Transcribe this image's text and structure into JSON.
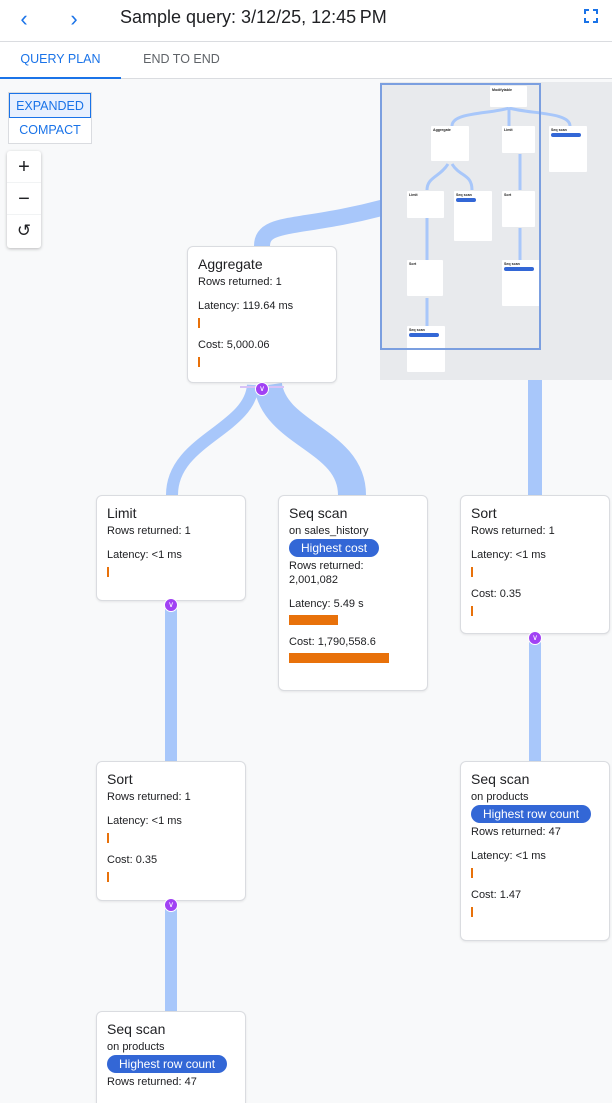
{
  "header": {
    "title": "Sample query: 3/12/25, 12:45 PM",
    "back_icon": "chevron-left-icon",
    "forward_icon": "chevron-right-icon",
    "fullscreen_icon": "fullscreen-icon"
  },
  "tabs": [
    {
      "label": "QUERY PLAN",
      "active": true
    },
    {
      "label": "END TO END",
      "active": false
    }
  ],
  "view_toggle": {
    "options": [
      "EXPANDED",
      "COMPACT"
    ],
    "selected": "EXPANDED"
  },
  "zoom_controls": {
    "zoom_in": "+",
    "zoom_out": "−",
    "reset": "↺"
  },
  "colors": {
    "accent": "#1a73e8",
    "badge": "#3367d6",
    "bar": "#e8710a",
    "pipe": "#a8c7fa",
    "expand": "#a142f4"
  },
  "nodes": [
    {
      "title": "Aggregate",
      "rows": "Rows returned: 1",
      "latency": "Latency: 119.64 ms",
      "latency_fill": 0.02,
      "cost": "Cost: 5,000.06",
      "cost_fill": 0.02
    },
    {
      "title": "Limit",
      "rows": "Rows returned: 1",
      "latency": "Latency: <1 ms",
      "latency_fill": 0.02
    },
    {
      "title": "Seq scan",
      "on_prefix": "on",
      "table": "sales_history",
      "badge": "Highest cost",
      "rows_label": "Rows returned:",
      "rows_value": "2,001,082",
      "latency": "Latency: 5.49 s",
      "latency_fill": 0.49,
      "cost": "Cost: 1,790,558.6",
      "cost_fill": 1.0
    },
    {
      "title": "Sort",
      "rows": "Rows returned: 1",
      "latency": "Latency: <1 ms",
      "latency_fill": 0.02,
      "cost": "Cost: 0.35",
      "cost_fill": 0.02
    },
    {
      "title": "Sort",
      "rows": "Rows returned: 1",
      "latency": "Latency: <1 ms",
      "latency_fill": 0.02,
      "cost": "Cost: 0.35",
      "cost_fill": 0.02
    },
    {
      "title": "Seq scan",
      "on_prefix": "on",
      "table": "products",
      "badge": "Highest row count",
      "rows": "Rows returned: 47",
      "latency": "Latency: <1 ms",
      "latency_fill": 0.02,
      "cost": "Cost: 1.47",
      "cost_fill": 0.02
    },
    {
      "title": "Seq scan",
      "on_prefix": "on",
      "table": "products",
      "badge": "Highest row count",
      "rows": "Rows returned: 47"
    }
  ],
  "minimap": {
    "nodes": [
      "Modifytable",
      "Aggregate",
      "Limit",
      "Seq scan",
      "Limit",
      "Seq scan",
      "Sort",
      "Sort",
      "Seq scan",
      "Seq scan"
    ]
  }
}
